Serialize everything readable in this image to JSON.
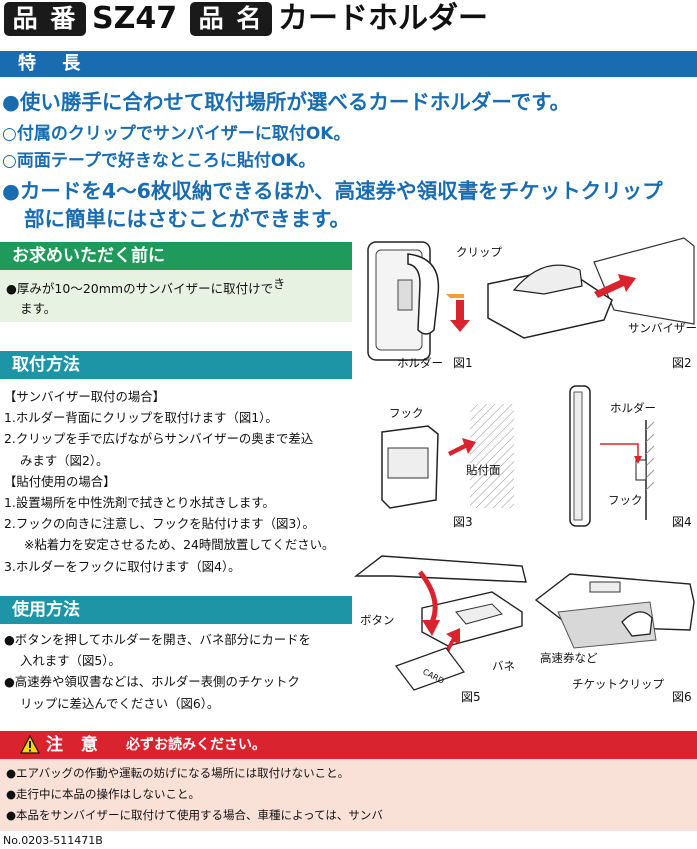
{
  "header": {
    "tag_number": "品 番",
    "number": "SZ47",
    "tag_name": "品 名",
    "name": "カードホルダー"
  },
  "features": {
    "title": "特 長",
    "items": [
      "●使い勝手に合わせて取付場所が選べるカードホルダーです。",
      "○付属のクリップでサンバイザーに取付OK。",
      "○両面テープで好きなところに貼付OK。",
      "●カードを4～6枚収納できるほか、高速券や領収書をチケットクリップ",
      "部に簡単にはさむことができます。"
    ]
  },
  "before_purchase": {
    "title": "お求めいただく前に",
    "line1": "●厚みが10～20mmのサンバイザーに取付けで",
    "overflow_char": "き",
    "line2": "ます。"
  },
  "mounting": {
    "title": "取付方法",
    "lines": [
      "【サンバイザー取付の場合】",
      "1.ホルダー背面にクリップを取付けます（図1）。",
      "2.クリップを手で広げながらサンバイザーの奥まで差込",
      "みます（図2）。",
      "【貼付使用の場合】",
      "1.設置場所を中性洗剤で拭きとり水拭きします。",
      "2.フックの向きに注意し、フックを貼付けます（図3）。",
      "※粘着力を安定させるため、24時間放置してください。",
      "3.ホルダーをフックに取付けます（図4）。"
    ]
  },
  "usage": {
    "title": "使用方法",
    "lines": [
      "●ボタンを押してホルダーを開き、バネ部分にカードを",
      "入れます（図5）。",
      "●高速券や領収書などは、ホルダー表側のチケットク",
      "リップに差込んでください（図6）。"
    ]
  },
  "figures": {
    "fig1": {
      "num": "図1",
      "clip": "クリップ",
      "holder": "ホルダー"
    },
    "fig2": {
      "num": "図2",
      "visor": "サンバイザー"
    },
    "fig3": {
      "num": "図3",
      "hook": "フック",
      "surface": "貼付面"
    },
    "fig4": {
      "num": "図4",
      "holder": "ホルダー",
      "hook": "フック"
    },
    "fig5": {
      "num": "図5",
      "button": "ボタン",
      "spring": "バネ",
      "card": "CARD"
    },
    "fig6": {
      "num": "図6",
      "ticket": "高速券など",
      "ticket_clip": "チケットクリップ"
    }
  },
  "caution": {
    "title": "注 意",
    "must_read": "必ずお読みください。",
    "lines": [
      "●エアバッグの作動や運転の妨げになる場所には取付けないこと。",
      "●走行中に本品の操作はしないこと。",
      "●本品をサンバイザーに取付けて使用する場合、車種によっては、サンバ"
    ]
  },
  "footer": {
    "code": "No.0203-511471B"
  },
  "colors": {
    "blue": "#1a6cb0",
    "green": "#1f9a5a",
    "teal": "#1d95a6",
    "red": "#d9232e",
    "arrow_red": "#d9232e",
    "arrow_orange": "#f0a030"
  }
}
